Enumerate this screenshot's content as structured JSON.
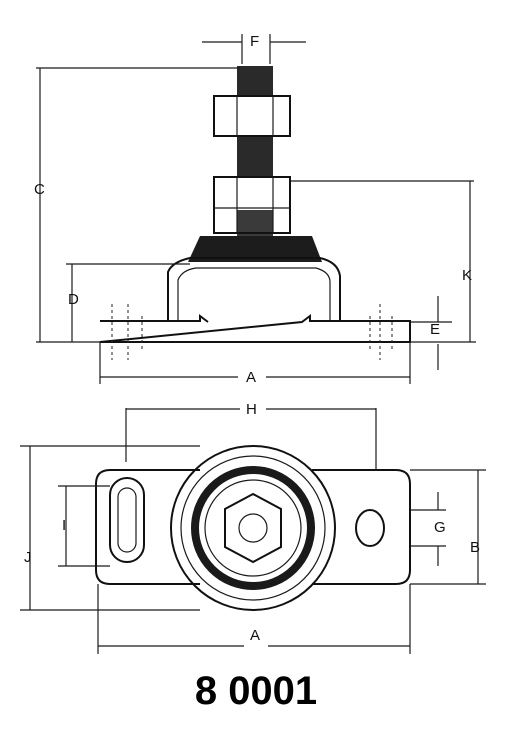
{
  "part_number": "8 0001",
  "dimension_labels": {
    "a_side": "A",
    "a_top": "A",
    "b": "B",
    "c": "C",
    "d": "D",
    "e": "E",
    "f": "F",
    "g": "G",
    "h": "H",
    "i": "I",
    "j": "J",
    "k": "K"
  }
}
